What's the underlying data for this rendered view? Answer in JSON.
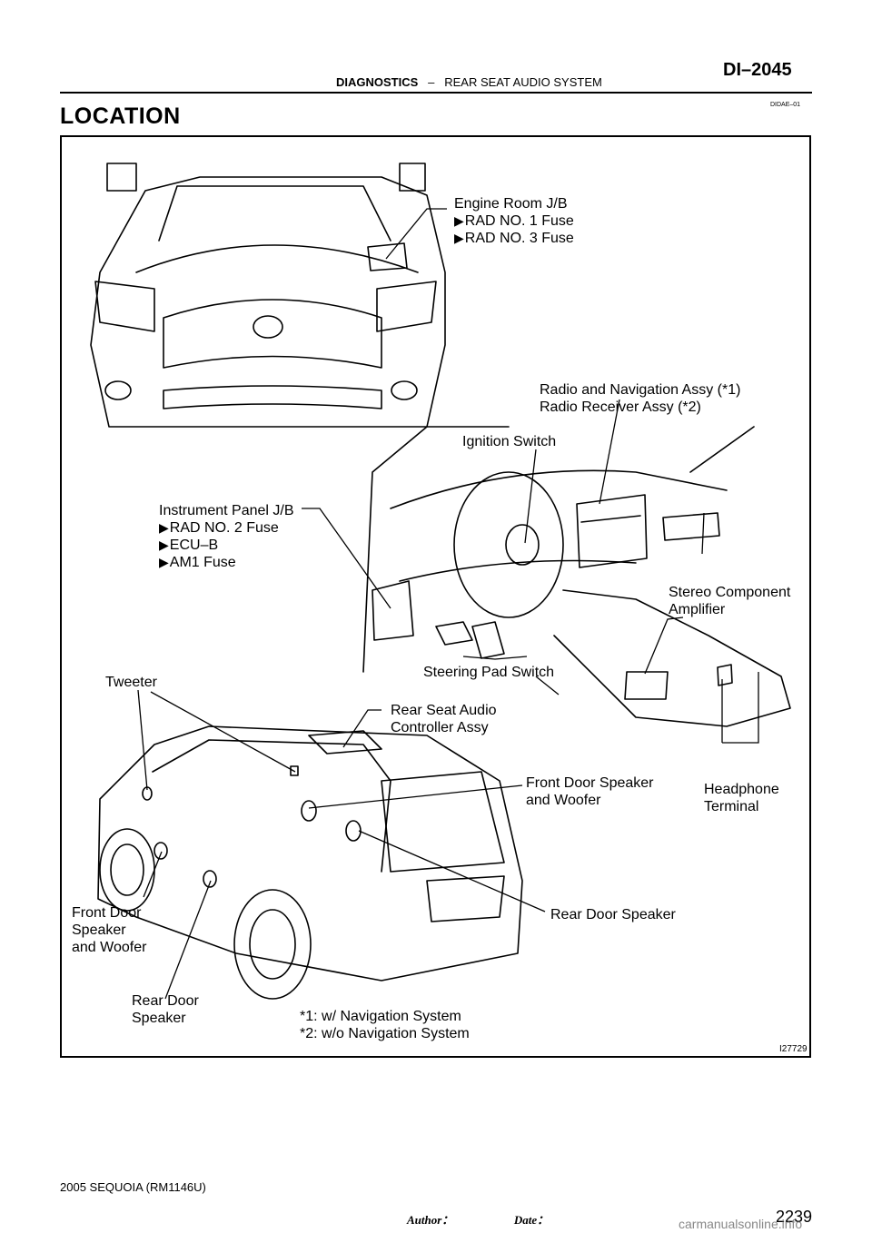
{
  "header": {
    "page_code": "DI–2045",
    "section": "DIAGNOSTICS",
    "separator": "–",
    "subsection": "REAR SEAT AUDIO SYSTEM",
    "doc_code": "DIDAE–01"
  },
  "title": "LOCATION",
  "figure": {
    "id": "I27729",
    "labels": {
      "engine_room": "Engine Room J/B",
      "rad1": "RAD NO. 1 Fuse",
      "rad3": "RAD NO. 3 Fuse",
      "radio_nav": "Radio and Navigation Assy (*1)",
      "radio_recv": "Radio Receiver Assy (*2)",
      "ignition": "Ignition Switch",
      "ip_jb": "Instrument Panel J/B",
      "rad2": "RAD NO. 2 Fuse",
      "ecu_b": "ECU–B",
      "am1": "AM1 Fuse",
      "stereo_1": "Stereo Component",
      "stereo_2": "Amplifier",
      "steering_pad": "Steering Pad Switch",
      "tweeter": "Tweeter",
      "rear_seat_1": "Rear Seat Audio",
      "rear_seat_2": "Controller Assy",
      "fds_right_1": "Front Door Speaker",
      "fds_right_2": "and Woofer",
      "headphone_1": "Headphone",
      "headphone_2": "Terminal",
      "fds_left_1": "Front Door",
      "fds_left_2": "Speaker",
      "fds_left_3": "and Woofer",
      "rds_right": "Rear Door Speaker",
      "rds_left_1": "Rear Door",
      "rds_left_2": "Speaker",
      "note1": "*1: w/ Navigation System",
      "note2": "*2: w/o Navigation System"
    },
    "bullet_icon": "right-triangle-arrow"
  },
  "footer": {
    "model": "2005 SEQUOIA   (RM1146U)",
    "author_label": "Author：",
    "date_label": "Date：",
    "page_number": "2239",
    "watermark": "carmanualsonline.info"
  }
}
